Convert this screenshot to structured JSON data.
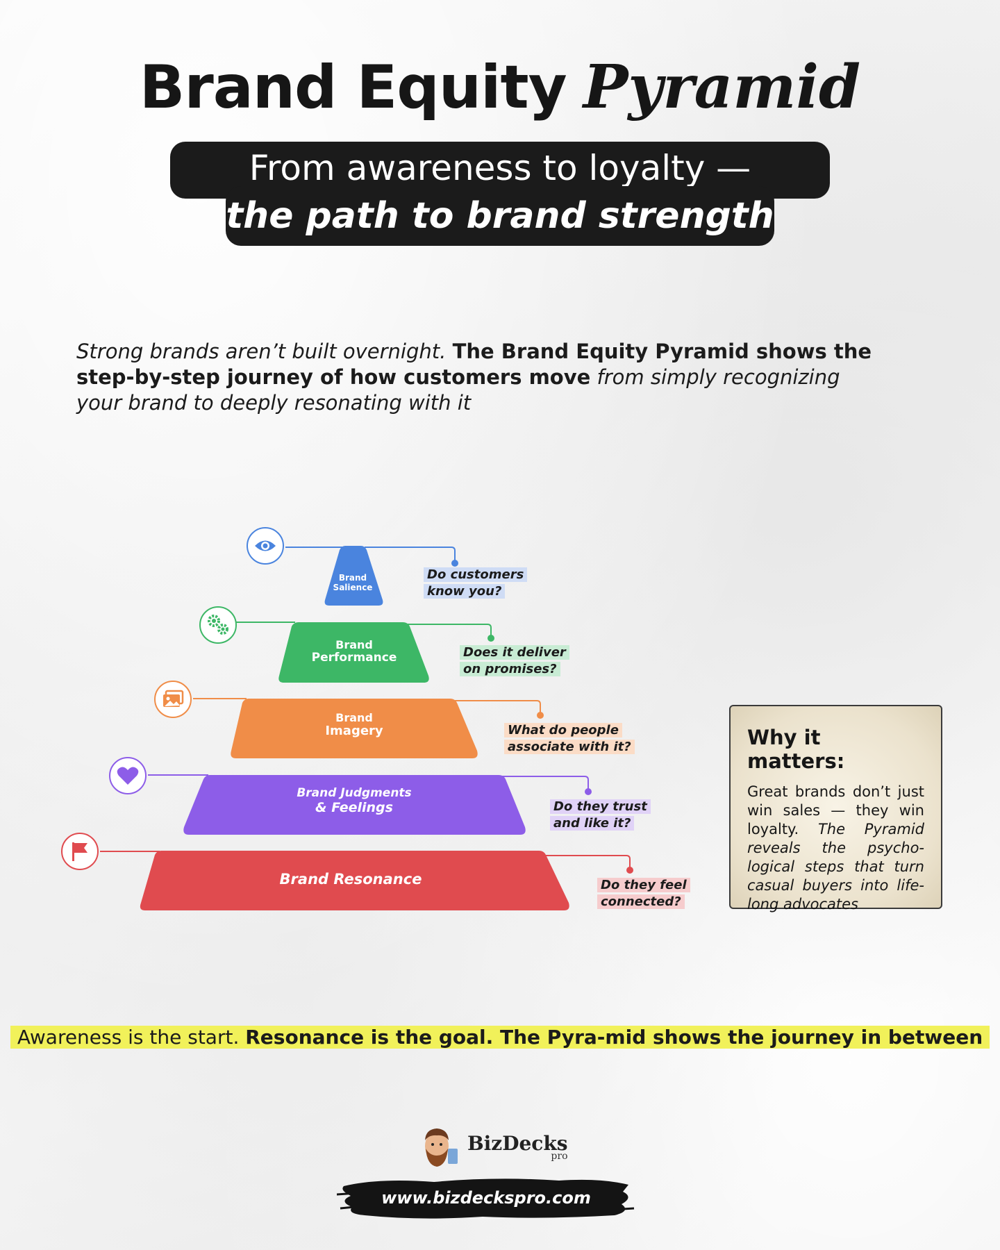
{
  "header": {
    "title_main": "Brand Equity",
    "title_accent": "Pyramid",
    "subtitle_line1": "From awareness to loyalty —",
    "subtitle_line2": "the path to brand strength"
  },
  "intro": {
    "part1": "Strong brands aren’t built overnight.",
    "part2": "The Brand Equity Pyramid shows the step-by-step journey of how customers move",
    "part3": "from simply recognizing your brand to deeply resonating with it"
  },
  "pyramid": {
    "tiers": [
      {
        "line1": "Brand",
        "line2": "Salience",
        "question_line1": "Do customers",
        "question_line2": "know you?",
        "color": "#4a84de",
        "highlight": "#cfdcf5",
        "icon": "eye-icon"
      },
      {
        "line1": "Brand",
        "line2": "Performance",
        "question_line1": "Does it deliver",
        "question_line2": "on promises?",
        "color": "#3db766",
        "highlight": "#c8ecd4",
        "icon": "gears-icon"
      },
      {
        "line1": "Brand",
        "line2": "Imagery",
        "question_line1": "What do people",
        "question_line2": "associate with it?",
        "color": "#f08d48",
        "highlight": "#fbdcc6",
        "icon": "image-icon"
      },
      {
        "line1": "Brand Judgments",
        "line2": "& Feelings",
        "question_line1": "Do they trust",
        "question_line2": "and like it?",
        "color": "#8d5de8",
        "highlight": "#e0d2f7",
        "icon": "heart-icon"
      },
      {
        "line1": "Brand Resonance",
        "line2": "",
        "question_line1": "Do they feel",
        "question_line2": "connected?",
        "color": "#e04b4f",
        "highlight": "#f6cccd",
        "icon": "flag-icon"
      }
    ]
  },
  "why": {
    "heading": "Why it matters:",
    "text1": "Great brands don’t just win sales — they win loyalty.",
    "text2": "The Pyramid reveals the psycho-logical steps that turn casual buyers into life-long advocates"
  },
  "bottom": {
    "part1": "Awareness is the start.",
    "part2": "Resonance is the goal. The Pyra-mid shows the journey in between"
  },
  "footer": {
    "brand": "BizDecks",
    "brand_suffix": "pro",
    "url": "www.bizdeckspro.com"
  }
}
